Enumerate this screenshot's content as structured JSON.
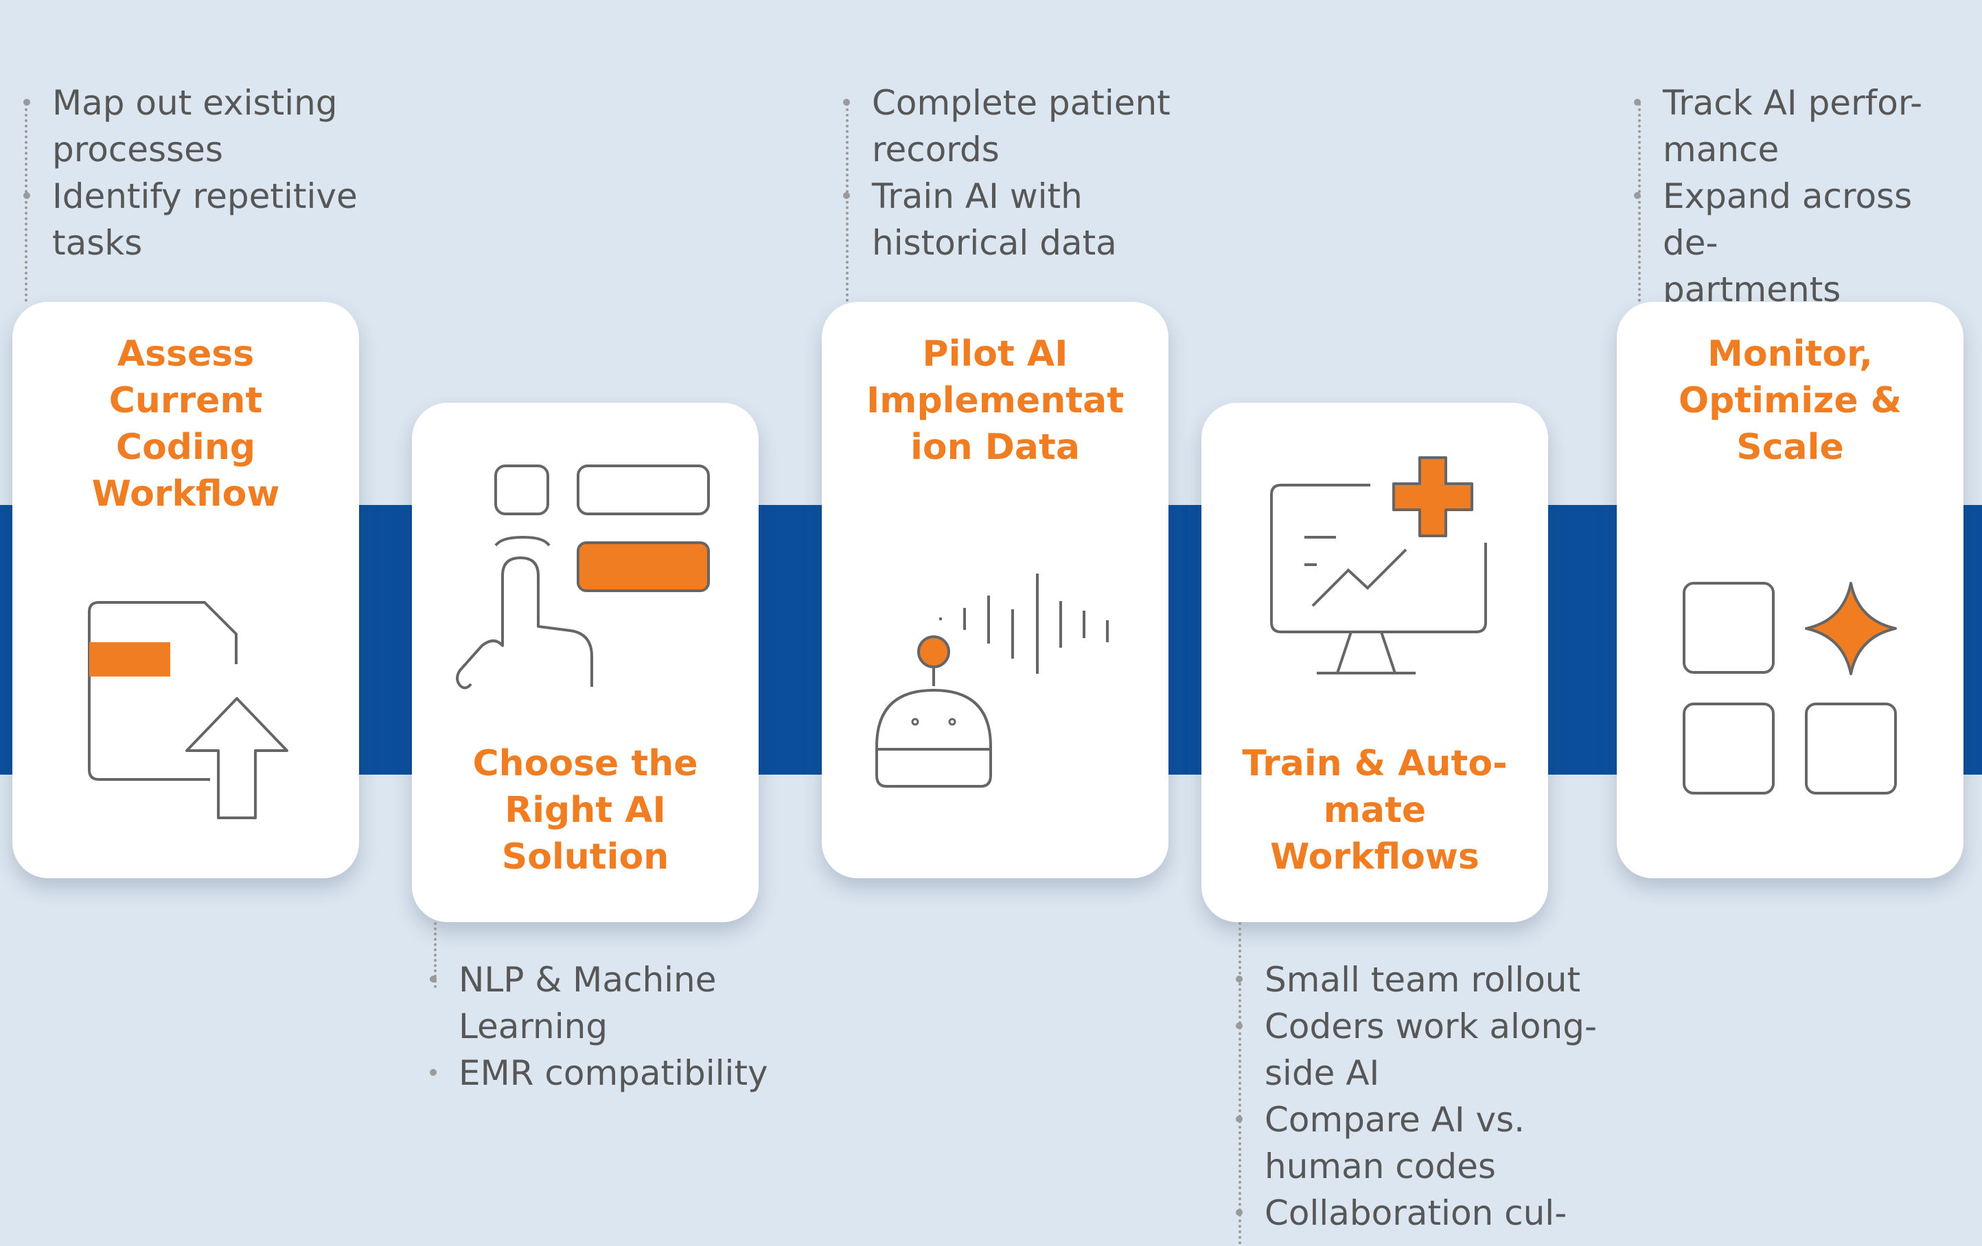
{
  "colors": {
    "background": "#dce6f0",
    "band": "#0b4f9c",
    "accent": "#f07d22",
    "card": "#ffffff",
    "text": "#575757"
  },
  "steps": [
    {
      "title": "Assess\nCurrent\nCoding\nWorkflow",
      "icon": "document-upload-icon",
      "notes": [
        "Map out existing\nprocesses",
        "Identify repetitive\ntasks"
      ]
    },
    {
      "title": "Choose the\nRight AI\nSolution",
      "icon": "touch-select-icon",
      "notes": [
        "NLP & Machine\nLearning",
        "EMR compatibility"
      ]
    },
    {
      "title": "Pilot AI\nImplementat\nion Data",
      "icon": "robot-voice-icon",
      "notes": [
        "Complete patient\nrecords",
        "Train AI with\nhistorical data"
      ]
    },
    {
      "title": "Train & Auto-\nmate\nWorkflows",
      "icon": "monitor-growth-icon",
      "notes": [
        "Small team rollout",
        "Coders work along-\nside AI",
        "Compare AI vs.\nhuman codes",
        "Collaboration cul-"
      ]
    },
    {
      "title": "Monitor,\nOptimize &\nScale",
      "icon": "grid-sparkle-icon",
      "notes": [
        "Track AI perfor-\nmance",
        "Expand across de-\npartments"
      ]
    }
  ]
}
